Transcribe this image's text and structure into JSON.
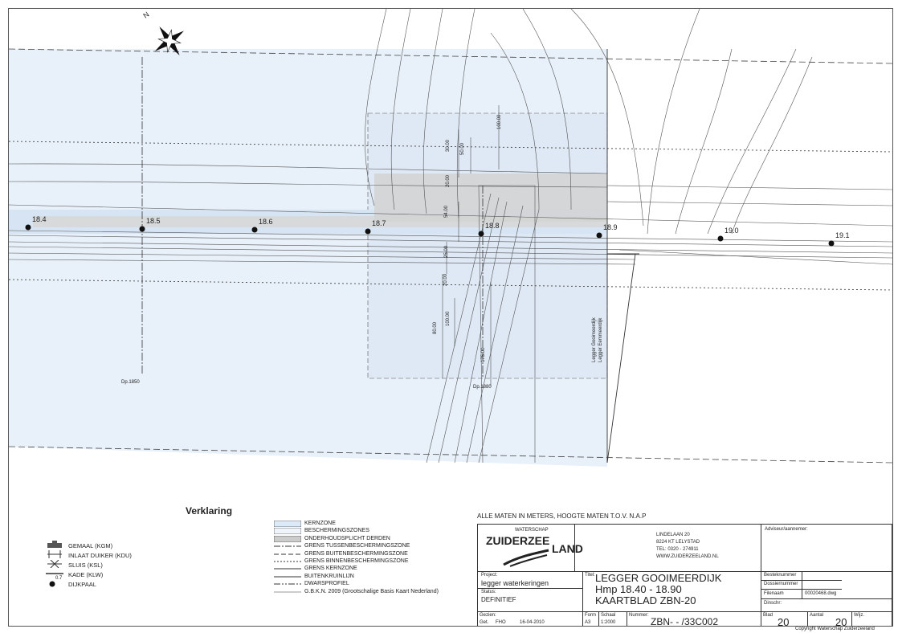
{
  "map": {
    "compass": "N",
    "km_labels": [
      "18.4",
      "18.5",
      "18.6",
      "18.7",
      "18.8",
      "18.9",
      "19.0",
      "19.1"
    ],
    "dim_labels": [
      "30.00",
      "50.00",
      "100.00",
      "20.00",
      "54.00",
      "25.00",
      "20.00",
      "80.00",
      "100.00",
      "175.00"
    ],
    "profile_labels": [
      "Dp.1850",
      "Dp.1880"
    ],
    "vertical_labels": [
      "Legger Gooimeerdijk",
      "Legger Eemmeerdijk"
    ]
  },
  "legend": {
    "title": "Verklaring",
    "left_items": [
      {
        "icon": "gemaal-icon",
        "label": "GEMAAL (KGM)"
      },
      {
        "icon": "inlaat-icon",
        "label": "INLAAT DUIKER (KDU)"
      },
      {
        "icon": "sluis-icon",
        "label": "SLUIS (KSL)"
      },
      {
        "icon": "kade-icon",
        "label": "KADE (KLW)"
      },
      {
        "icon": "dijkpaal-icon",
        "label": "DIJKPAAL",
        "value": "0.7"
      }
    ],
    "zone_items": [
      {
        "label": "KERNZONE",
        "swatch": "fill",
        "color": "#dce9f6"
      },
      {
        "label": "BESCHERMINGSZONES",
        "swatch": "fill",
        "color": "#eef4fa"
      },
      {
        "label": "ONDERHOUDSPLICHT DERDEN",
        "swatch": "dots",
        "color": "#cccccc"
      },
      {
        "label": "GRENS TUSSENBESCHERMINGSZONE",
        "swatch": "dashdot"
      },
      {
        "label": "GRENS BUITENBESCHERMINGSZONE",
        "swatch": "dash"
      },
      {
        "label": "GRENS BINNENBESCHERMINGSZONE",
        "swatch": "dot"
      },
      {
        "label": "GRENS KERNZONE",
        "swatch": "line"
      },
      {
        "label": "BUITENKRUINLIJN",
        "swatch": "line"
      },
      {
        "label": "DWARSPROFIEL",
        "swatch": "dashdotdot"
      },
      {
        "label": "G.B.K.N. 2009 (Grootschalige Basis Kaart Nederland)",
        "swatch": "thin"
      }
    ]
  },
  "titleblock": {
    "header": "ALLE MATEN IN METERS, HOOGTE MATEN T.O.V. N.A.P",
    "logo_top": "WATERSCHAP",
    "logo_main": "ZUIDERZEE",
    "logo_end": "LAND",
    "address": [
      "LINDELAAN 20",
      "8224 KT LELYSTAD",
      "TEL: 0320 - 274911",
      "WWW.ZUIDERZEELAND.NL"
    ],
    "adviseur": "Adviseur/aannemer:",
    "project_label": "Project:",
    "project_value": "legger waterkeringen",
    "status_label": "Status:",
    "status_value": "DEFINITIEF",
    "titel_label": "Titel:",
    "title_lines": [
      "LEGGER GOOIMEERDIJK",
      "Hmp 18.40 - 18.90",
      "KAARTBLAD ZBN-20"
    ],
    "bestek_label": "Besteknummer",
    "dossier_label": "Dossiernummer",
    "file_label": "Filenaam",
    "file_value": "00020468.dwg",
    "dinschr_label": "Dinschr:",
    "gezien_label": "Gezien:",
    "get_label": "Get.",
    "get_value": "FHO",
    "date_value": "16-04-2010",
    "form_label": "Form",
    "form_value": "A3",
    "schaal_label": "Schaal",
    "schaal_value": "1:2000",
    "nummer_label": "Nummer:",
    "nummer_value": "ZBN-    -    /33C002",
    "blad_label": "Blad",
    "blad_value": "20",
    "aantal_label": "Aantal",
    "aantal_value": "20",
    "wijz_label": "Wijz.",
    "copyright": "Copyright Waterschap Zuiderzeeland"
  }
}
